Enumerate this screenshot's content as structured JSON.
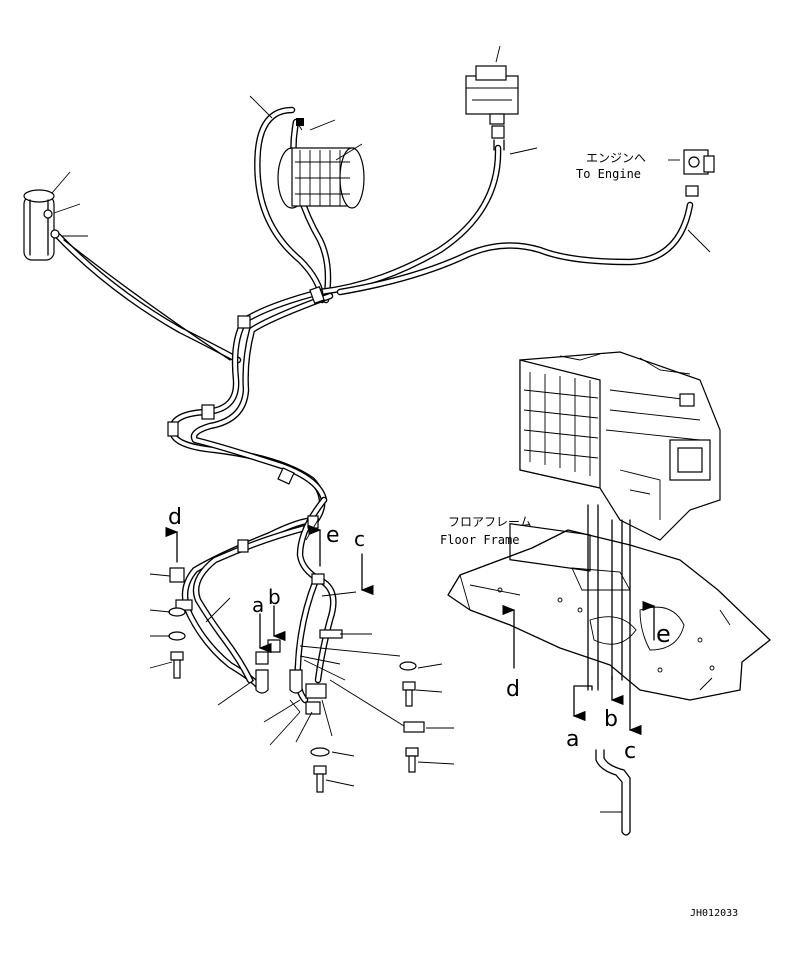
{
  "labels": {
    "to_engine_jp": "エンジンへ",
    "to_engine_en": "To Engine",
    "floor_frame_jp": "フロアフレーム",
    "floor_frame_en": "Floor Frame",
    "drawing_code": "JH012033"
  },
  "reference_letters": {
    "a": "a",
    "b": "b",
    "c": "c",
    "d": "d",
    "e": "e"
  }
}
